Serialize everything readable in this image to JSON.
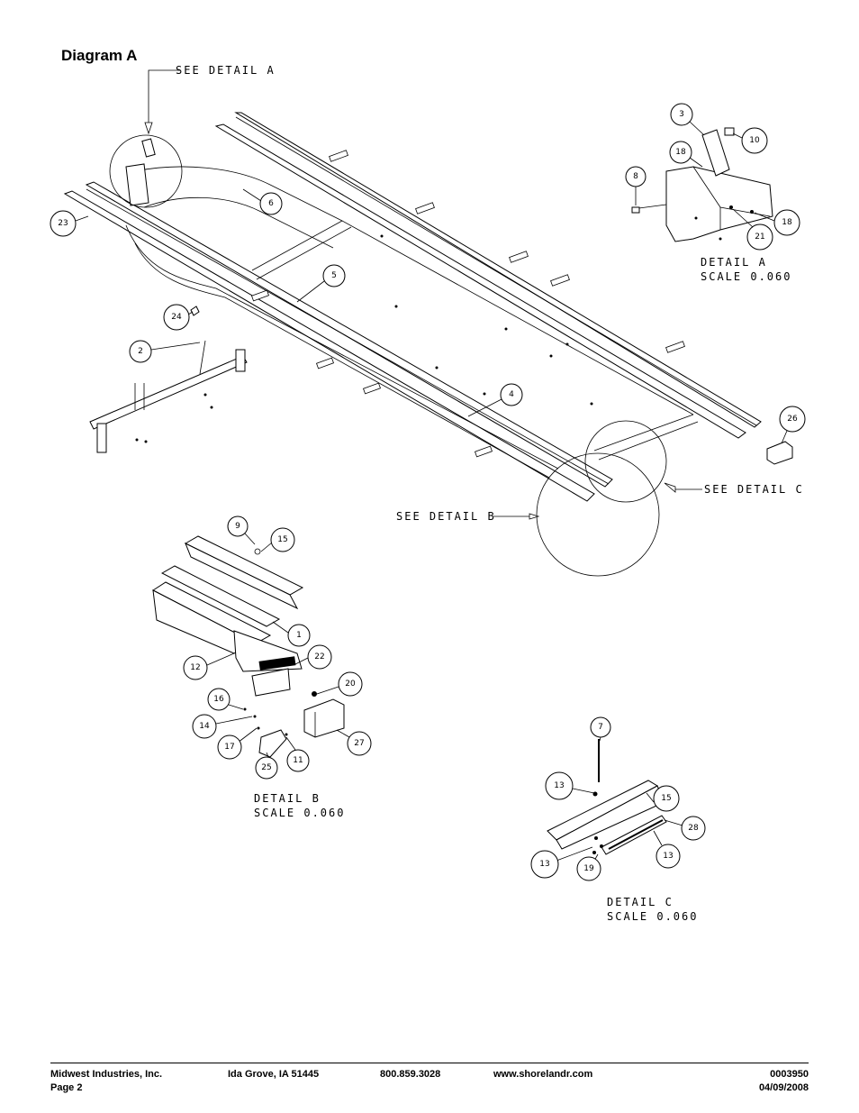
{
  "title": "Diagram A",
  "labels": {
    "see_detail_a": "SEE DETAIL  A",
    "see_detail_b": "SEE DETAIL  B",
    "see_detail_c": "SEE DETAIL  C",
    "detail_a_title": "DETAIL  A",
    "detail_a_scale": "SCALE  0.060",
    "detail_b_title": "DETAIL  B",
    "detail_b_scale": "SCALE  0.060",
    "detail_c_title": "DETAIL  C",
    "detail_c_scale": "SCALE  0.060"
  },
  "callouts": {
    "main": [
      "23",
      "6",
      "5",
      "24",
      "2",
      "4",
      "26"
    ],
    "detail_a": [
      "3",
      "10",
      "18",
      "8",
      "18",
      "21"
    ],
    "detail_b": [
      "9",
      "15",
      "1",
      "22",
      "12",
      "20",
      "16",
      "14",
      "17",
      "25",
      "11",
      "27"
    ],
    "detail_c": [
      "7",
      "13",
      "15",
      "28",
      "13",
      "13",
      "19"
    ]
  },
  "footer": {
    "company": "Midwest Industries, Inc.",
    "page": "Page 2",
    "city": "Ida Grove, IA  51445",
    "phone": "800.859.3028",
    "website": "www.shorelandr.com",
    "doc_number": "0003950",
    "date": "04/09/2008"
  }
}
